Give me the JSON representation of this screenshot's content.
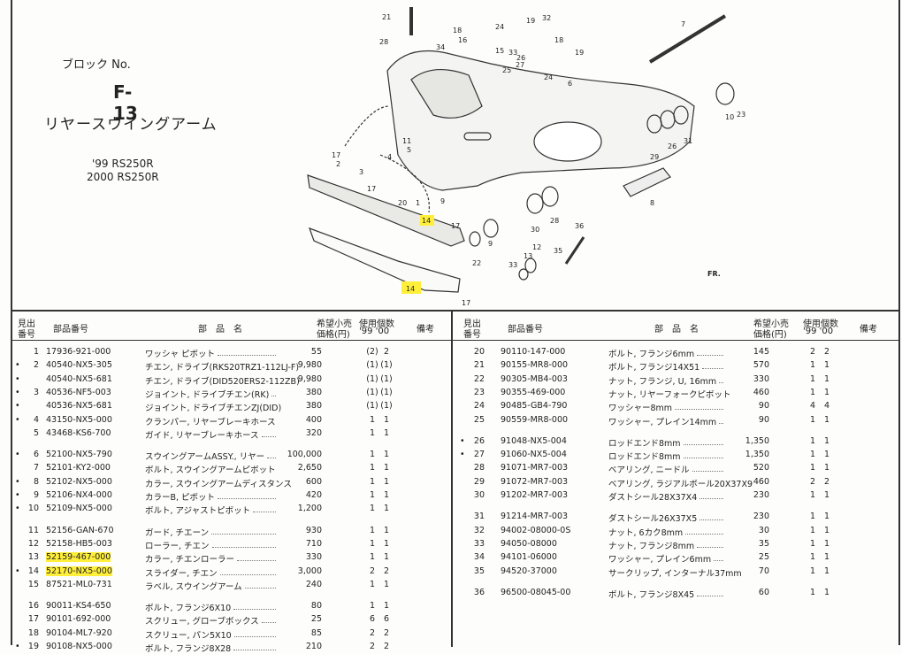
{
  "header": {
    "block_label": "ブロック No.",
    "figure_no": "F-13",
    "title": "リヤースウイングアーム",
    "models": [
      "'99 RS250R",
      "2000 RS250R"
    ]
  },
  "diagram": {
    "callouts": [
      "21",
      "18",
      "16",
      "34",
      "28",
      "24",
      "19",
      "32",
      "15",
      "7",
      "25",
      "33",
      "6",
      "26",
      "27",
      "24",
      "18",
      "19",
      "10",
      "23",
      "17",
      "2",
      "3",
      "11",
      "4",
      "5",
      "29",
      "26",
      "31",
      "17",
      "20",
      "1",
      "9",
      "30",
      "28",
      "8",
      "14",
      "22",
      "9",
      "36",
      "17",
      "12",
      "13",
      "35",
      "33",
      "14",
      "17"
    ],
    "highlighted_callout": "14",
    "fr_label": "FR."
  },
  "table": {
    "headers": {
      "no": "見出\n番号",
      "no_line1": "見出",
      "no_line2": "番号",
      "part_no": "部品番号",
      "name": "部　品　名",
      "price_l1": "希望小売",
      "price_l2": "価格(円)",
      "qty_l1": "使用個数",
      "qty_l2": "'99 '00",
      "remarks": "備考"
    },
    "left_rows": [
      {
        "mark": "",
        "no": "1",
        "pn": "17936-921-000",
        "name": "ワッシャ ピボット",
        "price": "55",
        "q1": "(2)",
        "q2": "2"
      },
      {
        "mark": "•",
        "no": "2",
        "pn": "40540-NX5-305",
        "name": "チエン, ドライブ(RKS20TRZ1-112LJ-F)",
        "price": "9,980",
        "q1": "(1)",
        "q2": "(1)"
      },
      {
        "mark": "•",
        "no": "",
        "pn": "40540-NX5-681",
        "name": "チエン, ドライブ(DID520ERS2-112ZB)",
        "price": "9,980",
        "q1": "(1)",
        "q2": "(1)"
      },
      {
        "mark": "•",
        "no": "3",
        "pn": "40536-NF5-003",
        "name": "ジョイント, ドライブチエン(RK)",
        "price": "380",
        "q1": "(1)",
        "q2": "(1)"
      },
      {
        "mark": "•",
        "no": "",
        "pn": "40536-NX5-681",
        "name": "ジョイント, ドライブチエンZJ(DID)",
        "price": "380",
        "q1": "(1)",
        "q2": "(1)"
      },
      {
        "mark": "•",
        "no": "4",
        "pn": "43150-NX5-000",
        "name": "クランパー, リヤーブレーキホース",
        "price": "400",
        "q1": "1",
        "q2": "1"
      },
      {
        "mark": "",
        "no": "5",
        "pn": "43468-KS6-700",
        "name": "ガイド, リヤーブレーキホース",
        "price": "320",
        "q1": "1",
        "q2": "1"
      },
      {
        "mark": "•",
        "no": "6",
        "pn": "52100-NX5-790",
        "name": "スウイングアームASSY., リヤー",
        "price": "100,000",
        "q1": "1",
        "q2": "1"
      },
      {
        "mark": "",
        "no": "7",
        "pn": "52101-KY2-000",
        "name": "ボルト, スウイングアームピボット",
        "price": "2,650",
        "q1": "1",
        "q2": "1"
      },
      {
        "mark": "•",
        "no": "8",
        "pn": "52102-NX5-000",
        "name": "カラー, スウイングアームディスタンス",
        "price": "600",
        "q1": "1",
        "q2": "1"
      },
      {
        "mark": "•",
        "no": "9",
        "pn": "52106-NX4-000",
        "name": "カラーB, ピボット",
        "price": "420",
        "q1": "1",
        "q2": "1"
      },
      {
        "mark": "•",
        "no": "10",
        "pn": "52109-NX5-000",
        "name": "ボルト, アジャストピボット",
        "price": "1,200",
        "q1": "1",
        "q2": "1"
      },
      {
        "mark": "",
        "no": "11",
        "pn": "52156-GAN-670",
        "name": "ガード, チエーン",
        "price": "930",
        "q1": "1",
        "q2": "1"
      },
      {
        "mark": "",
        "no": "12",
        "pn": "52158-HB5-003",
        "name": "ローラー, チエン",
        "price": "710",
        "q1": "1",
        "q2": "1"
      },
      {
        "mark": "",
        "no": "13",
        "pn": "52159-467-000",
        "name": "カラー, チエンローラー",
        "price": "330",
        "q1": "1",
        "q2": "1"
      },
      {
        "mark": "•",
        "no": "14",
        "pn": "52170-NX5-000",
        "name": "スライダー, チエン",
        "price": "3,000",
        "q1": "2",
        "q2": "2"
      },
      {
        "mark": "",
        "no": "15",
        "pn": "87521-ML0-731",
        "name": "ラベル, スウイングアーム",
        "price": "240",
        "q1": "1",
        "q2": "1"
      },
      {
        "mark": "",
        "no": "16",
        "pn": "90011-KS4-650",
        "name": "ボルト, フランジ6X10",
        "price": "80",
        "q1": "1",
        "q2": "1"
      },
      {
        "mark": "",
        "no": "17",
        "pn": "90101-692-000",
        "name": "スクリュー, グローブボックス",
        "price": "25",
        "q1": "6",
        "q2": "6"
      },
      {
        "mark": "",
        "no": "18",
        "pn": "90104-ML7-920",
        "name": "スクリュー, パン5X10",
        "price": "85",
        "q1": "2",
        "q2": "2"
      },
      {
        "mark": "•",
        "no": "19",
        "pn": "90108-NX5-000",
        "name": "ボルト, フランジ8X28",
        "price": "210",
        "q1": "2",
        "q2": "2"
      }
    ],
    "right_rows": [
      {
        "mark": "",
        "no": "20",
        "pn": "90110-147-000",
        "name": "ボルト, フランジ6mm",
        "price": "145",
        "q1": "2",
        "q2": "2"
      },
      {
        "mark": "",
        "no": "21",
        "pn": "90155-MR8-000",
        "name": "ボルト, フランジ14X51",
        "price": "570",
        "q1": "1",
        "q2": "1"
      },
      {
        "mark": "",
        "no": "22",
        "pn": "90305-MB4-003",
        "name": "ナット, フランジ, U, 16mm",
        "price": "330",
        "q1": "1",
        "q2": "1"
      },
      {
        "mark": "",
        "no": "23",
        "pn": "90355-469-000",
        "name": "ナット, リヤーフォークピボット",
        "price": "460",
        "q1": "1",
        "q2": "1"
      },
      {
        "mark": "",
        "no": "24",
        "pn": "90485-GB4-790",
        "name": "ワッシャー8mm",
        "price": "90",
        "q1": "4",
        "q2": "4"
      },
      {
        "mark": "",
        "no": "25",
        "pn": "90559-MR8-000",
        "name": "ワッシャー, プレイン14mm",
        "price": "90",
        "q1": "1",
        "q2": "1"
      },
      {
        "mark": "•",
        "no": "26",
        "pn": "91048-NX5-004",
        "name": "ロッドエンド8mm",
        "price": "1,350",
        "q1": "1",
        "q2": "1"
      },
      {
        "mark": "•",
        "no": "27",
        "pn": "91060-NX5-004",
        "name": "ロッドエンド8mm",
        "price": "1,350",
        "q1": "1",
        "q2": "1"
      },
      {
        "mark": "",
        "no": "28",
        "pn": "91071-MR7-003",
        "name": "ベアリング, ニードル",
        "price": "520",
        "q1": "1",
        "q2": "1"
      },
      {
        "mark": "",
        "no": "29",
        "pn": "91072-MR7-003",
        "name": "ベアリング, ラジアルボール20X37X9",
        "price": "460",
        "q1": "2",
        "q2": "2"
      },
      {
        "mark": "",
        "no": "30",
        "pn": "91202-MR7-003",
        "name": "ダストシール28X37X4",
        "price": "230",
        "q1": "1",
        "q2": "1"
      },
      {
        "mark": "",
        "no": "31",
        "pn": "91214-MR7-003",
        "name": "ダストシール26X37X5",
        "price": "230",
        "q1": "1",
        "q2": "1"
      },
      {
        "mark": "",
        "no": "32",
        "pn": "94002-08000-0S",
        "name": "ナット, 6カク8mm",
        "price": "30",
        "q1": "1",
        "q2": "1"
      },
      {
        "mark": "",
        "no": "33",
        "pn": "94050-08000",
        "name": "ナット, フランジ8mm",
        "price": "35",
        "q1": "1",
        "q2": "1"
      },
      {
        "mark": "",
        "no": "34",
        "pn": "94101-06000",
        "name": "ワッシャー, プレイン6mm",
        "price": "25",
        "q1": "1",
        "q2": "1"
      },
      {
        "mark": "",
        "no": "35",
        "pn": "94520-37000",
        "name": "サークリップ, インターナル37mm",
        "price": "70",
        "q1": "1",
        "q2": "1"
      },
      {
        "mark": "",
        "no": "36",
        "pn": "96500-08045-00",
        "name": "ボルト, フランジ8X45",
        "price": "60",
        "q1": "1",
        "q2": "1"
      }
    ],
    "highlighted_part_no": "52170-NX5-000",
    "highlighted_part_no_2": "52159-467-000"
  }
}
